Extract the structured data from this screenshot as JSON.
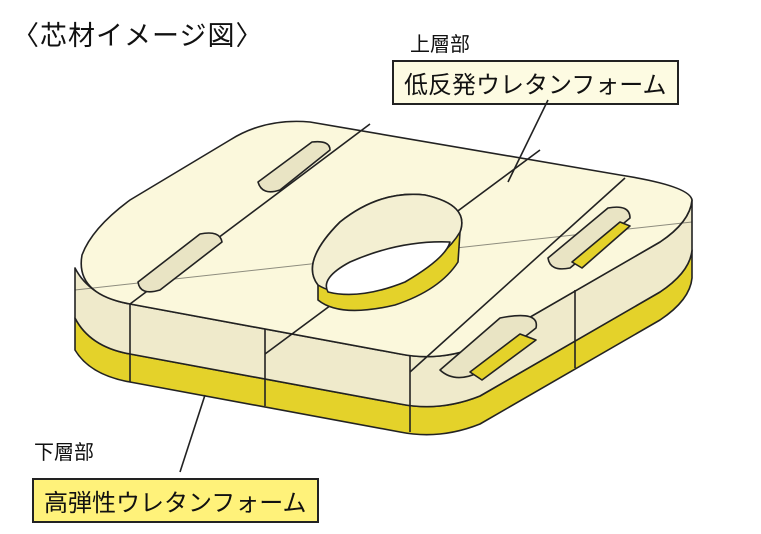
{
  "title": "〈芯材イメージ図〉",
  "upper_layer": {
    "section_label": "上層部",
    "material": "低反発ウレタンフォーム"
  },
  "lower_layer": {
    "section_label": "下層部",
    "material": "高弾性ウレタンフォーム"
  },
  "colors": {
    "upper_foam": "#fbf8dc",
    "upper_foam_side": "#e9e4c4",
    "lower_foam": "#e4d22a",
    "lower_foam_shade": "#c9b416",
    "outline": "#222222"
  }
}
